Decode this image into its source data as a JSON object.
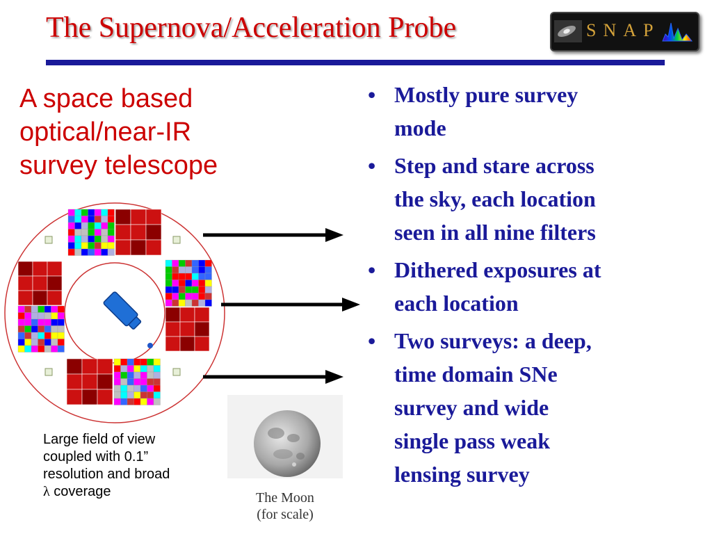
{
  "slide": {
    "title": "The Supernova/Acceleration Probe",
    "logo_text": "SNAP",
    "subtitle_lines": [
      "A space based",
      "optical/near-IR",
      "survey telescope"
    ],
    "bullets": [
      {
        "lines": [
          "Mostly pure survey",
          "mode"
        ]
      },
      {
        "lines": [
          "Step and stare across",
          "the sky, each location",
          "seen in all nine filters"
        ]
      },
      {
        "lines": [
          "Dithered exposures at",
          "each location"
        ]
      },
      {
        "lines": [
          "Two surveys: a deep,",
          "time domain SNe",
          "survey and wide",
          "single pass weak",
          "lensing survey"
        ]
      }
    ],
    "bullet_glyph": "•",
    "caption_lines": [
      "Large field of view",
      "coupled with 0.1”",
      "resolution and broad"
    ],
    "caption_lambda": "λ",
    "caption_last": " coverage",
    "moon_label_1": "The Moon",
    "moon_label_2": "(for scale)"
  },
  "colors": {
    "title": "#cc0000",
    "rule": "#1a1a99",
    "bullet_text": "#1a1a99",
    "focal_ring": "#cc3333",
    "detector_red": "#cc1111",
    "detector_dark_red": "#8b0000",
    "spectrograph_blue": "#1f6fd6"
  },
  "icons": [
    "snap-logo-icon",
    "galaxy-spectrum-icon",
    "moon-image",
    "arrow-right-icon",
    "spectrograph-icon"
  ]
}
